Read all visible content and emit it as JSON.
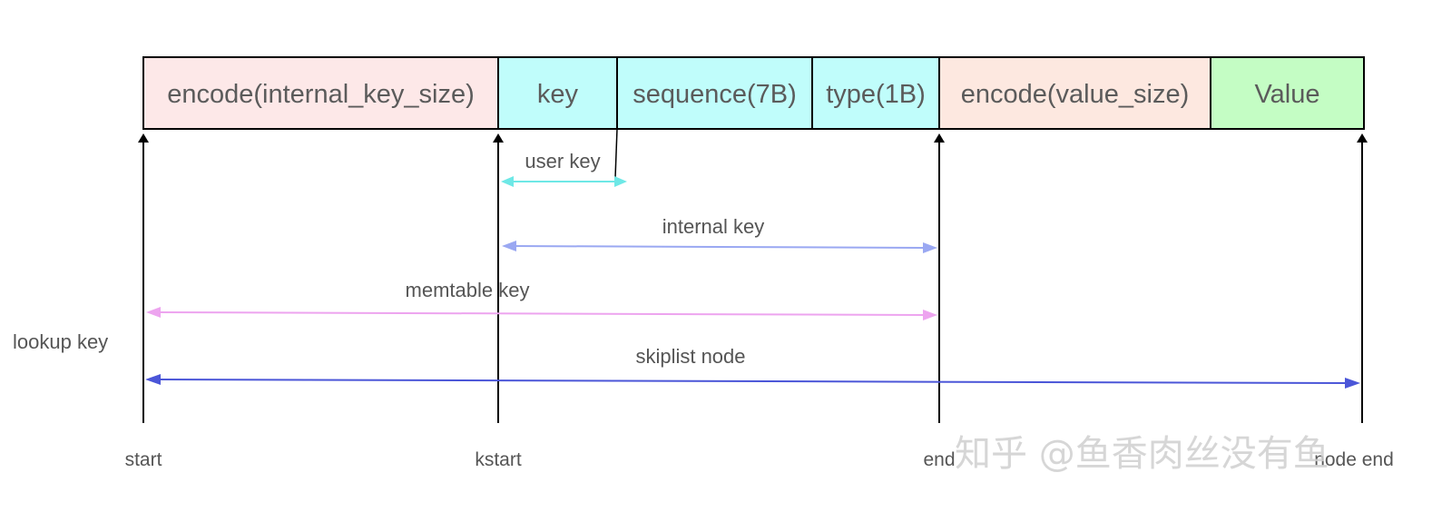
{
  "fields": [
    {
      "label": "encode(internal_key_size)",
      "color": "#fde8e8"
    },
    {
      "label": "key",
      "color": "#c0fdfb"
    },
    {
      "label": "sequence(7B)",
      "color": "#c0fdfb"
    },
    {
      "label": "type(1B)",
      "color": "#c0fdfb"
    },
    {
      "label": "encode(value_size)",
      "color": "#fde8e0"
    },
    {
      "label": "Value",
      "color": "#c4fdc4"
    }
  ],
  "positions": {
    "start": "start",
    "kstart": "kstart",
    "end": "end",
    "node_end": "node end"
  },
  "ranges": {
    "user_key": {
      "label": "user key",
      "color": "#6ee8e6"
    },
    "internal_key": {
      "label": "internal key",
      "color": "#9aa8f2"
    },
    "memtable_key": {
      "label": "memtable key",
      "color": "#eda4ef"
    },
    "skiplist_node": {
      "label": "skiplist node",
      "color": "#4b56d8"
    }
  },
  "lookup_key_label": "lookup key",
  "watermark": "知乎 @鱼香肉丝没有鱼"
}
